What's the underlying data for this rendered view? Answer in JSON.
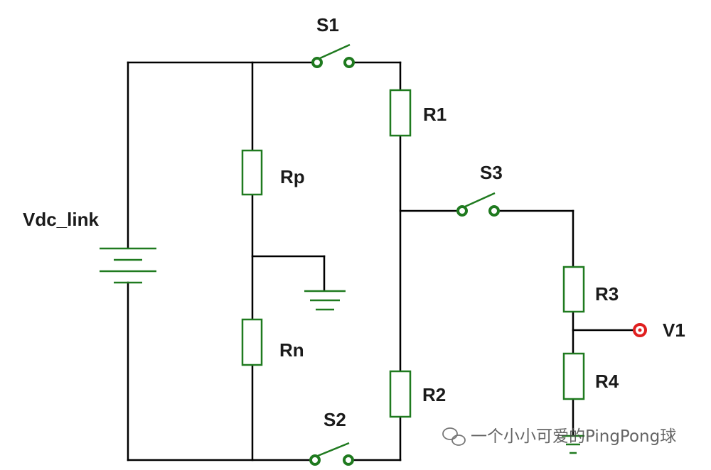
{
  "colors": {
    "wire": "#000000",
    "component": "#1f7a1f",
    "probe": "#e02020"
  },
  "labels": {
    "s1": "S1",
    "s2": "S2",
    "s3": "S3",
    "r1": "R1",
    "r2": "R2",
    "r3": "R3",
    "r4": "R4",
    "rp": "Rp",
    "rn": "Rn",
    "vdc": "Vdc_link",
    "v1": "V1"
  },
  "watermark": {
    "icon": "wechat-icon",
    "text": "一个小小可爱的PingPong球"
  }
}
